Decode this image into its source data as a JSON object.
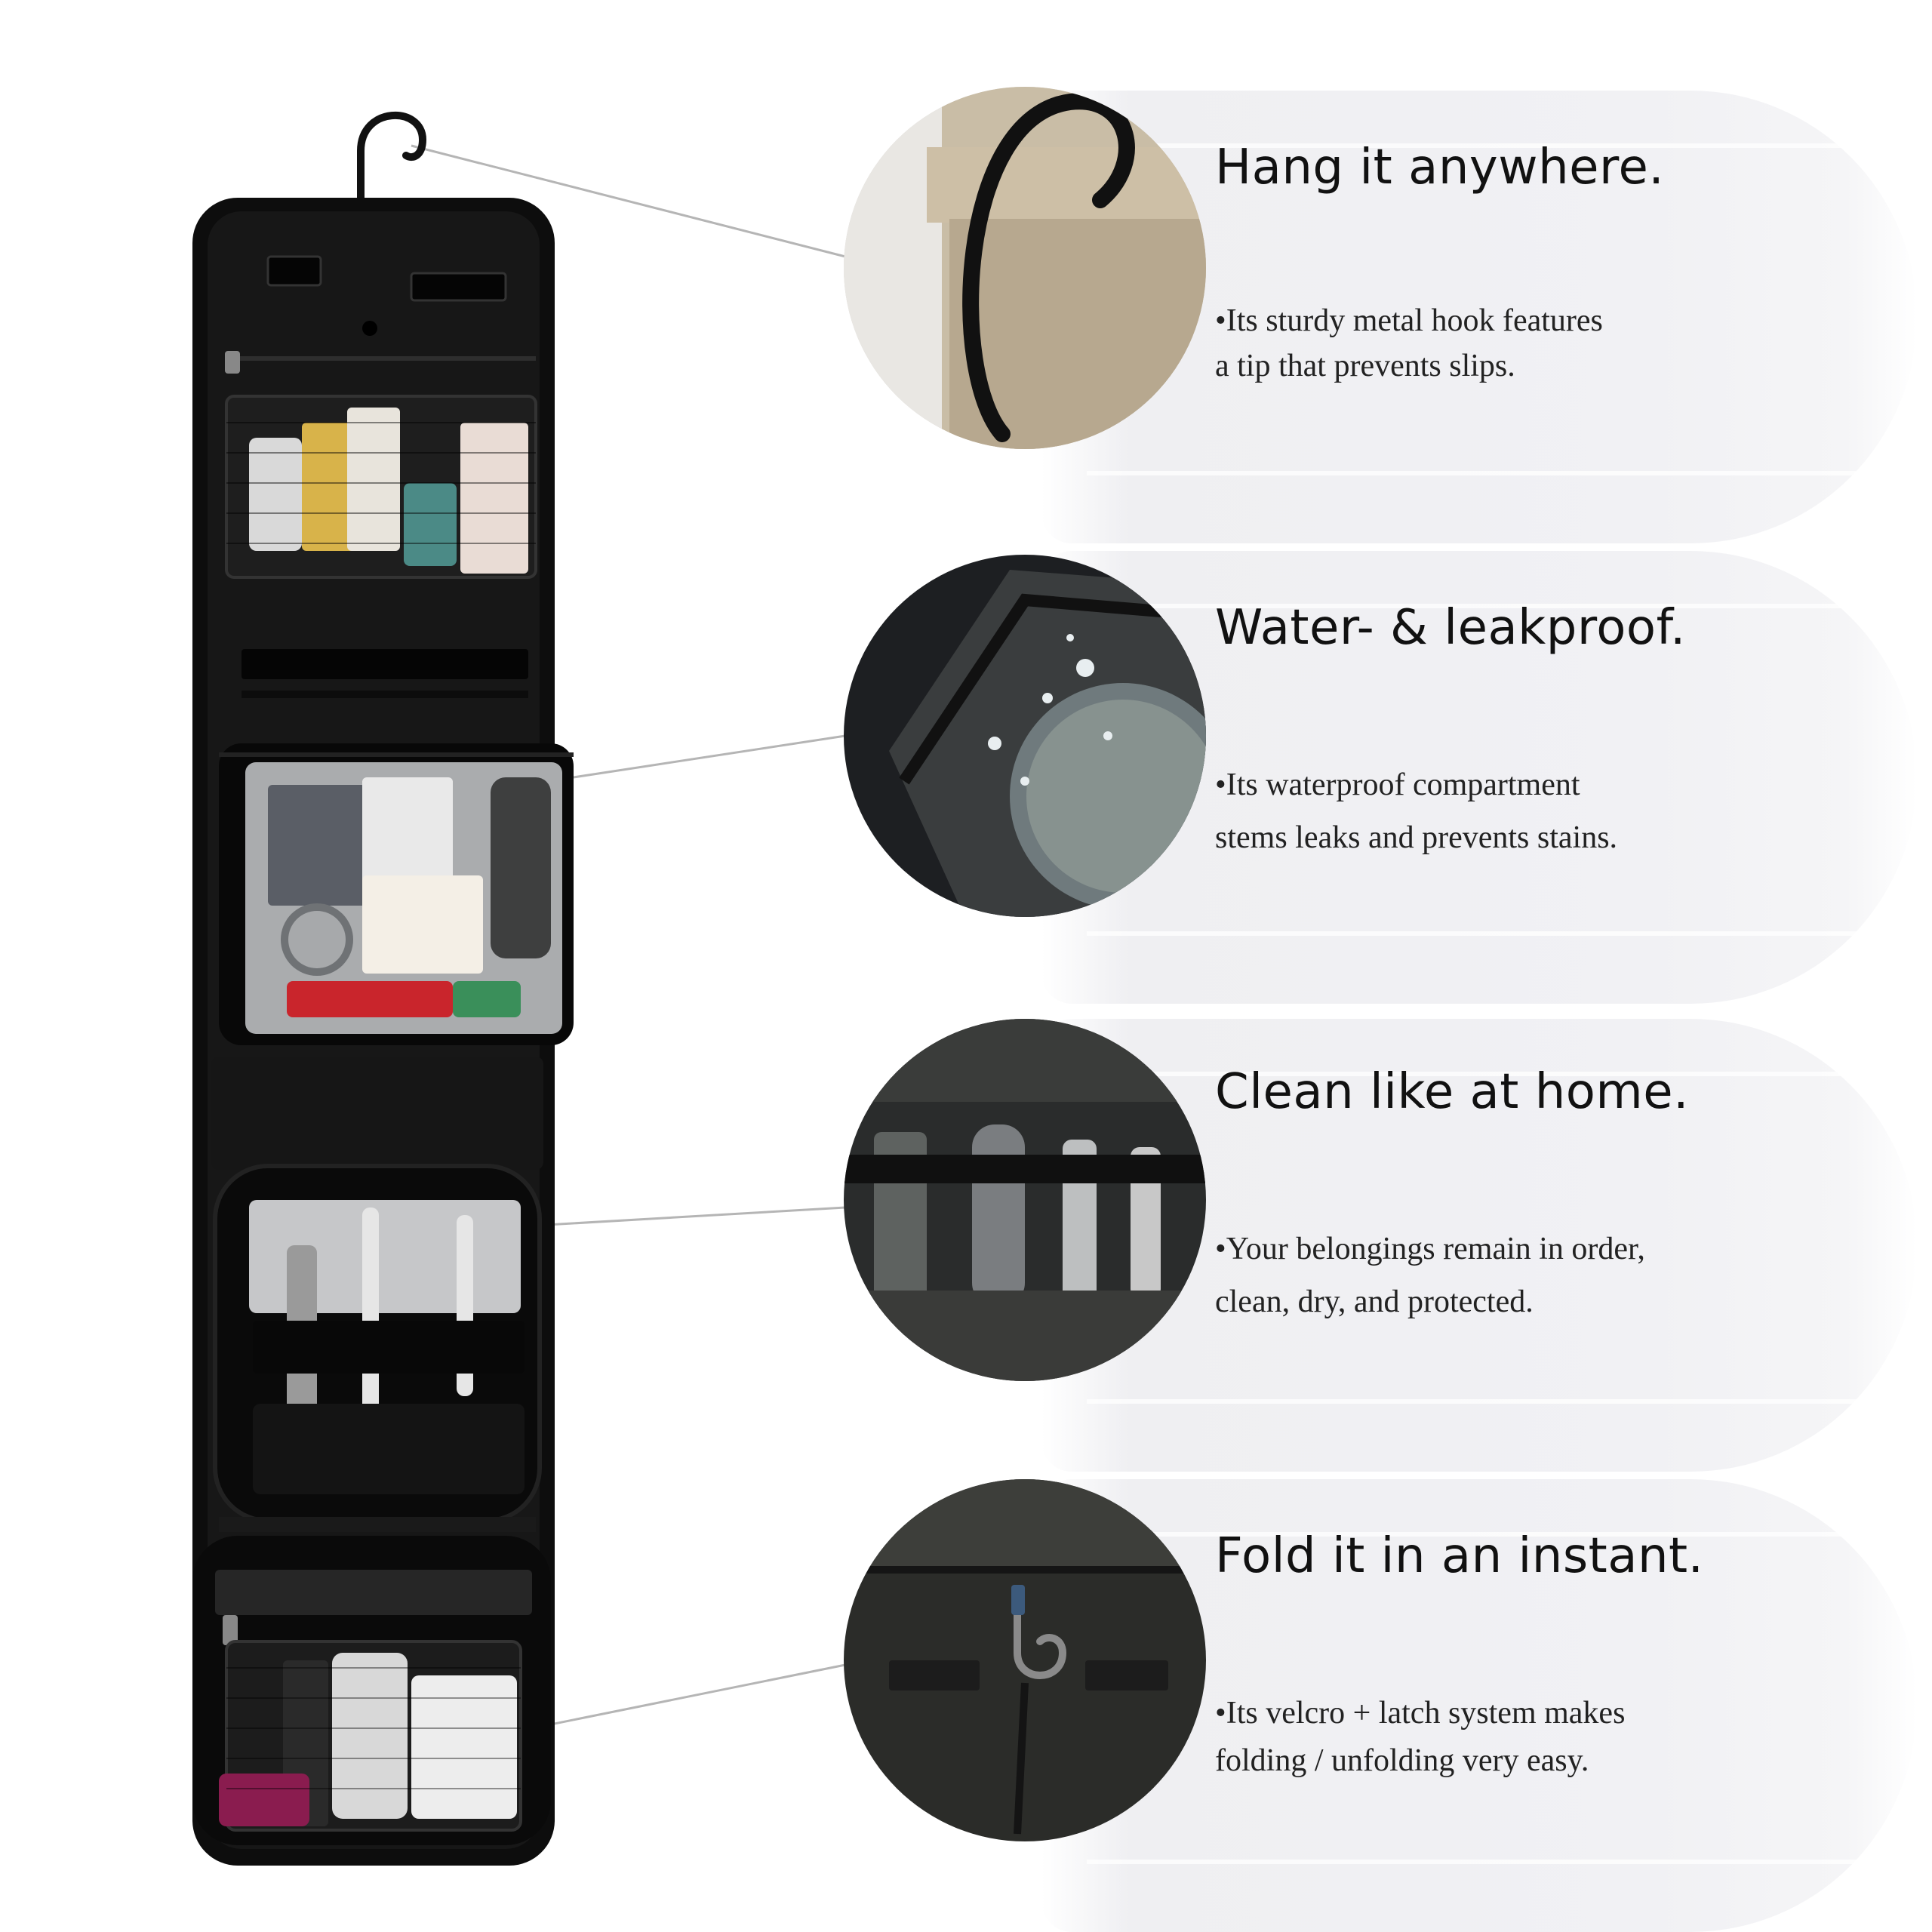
{
  "product": {
    "name": "Hanging toiletry bag",
    "colors": {
      "bag": "#0d0d0d",
      "trim": "#262626",
      "mesh": "#2a2a2a",
      "connector": "#b5b5b5",
      "band": "#efeff2"
    }
  },
  "features": [
    {
      "id": "hang",
      "icon": "hook-closeup-photo",
      "title": "Hang it anywhere.",
      "desc_line1": "•Its sturdy metal hook features",
      "desc_line2": "a tip that prevents slips."
    },
    {
      "id": "water",
      "icon": "waterproof-pouch-photo",
      "title": "Water- & leakproof.",
      "desc_line1": "•Its waterproof compartment",
      "desc_line2": "stems leaks and prevents stains."
    },
    {
      "id": "clean",
      "icon": "elastic-straps-photo",
      "title": "Clean like at home.",
      "desc_line1": "•Your belongings remain in order,",
      "desc_line2": "clean, dry, and protected."
    },
    {
      "id": "fold",
      "icon": "velcro-latch-photo",
      "title": "Fold it in an instant.",
      "desc_line1": "•Its velcro + latch system makes",
      "desc_line2": "folding / unfolding very easy."
    }
  ]
}
